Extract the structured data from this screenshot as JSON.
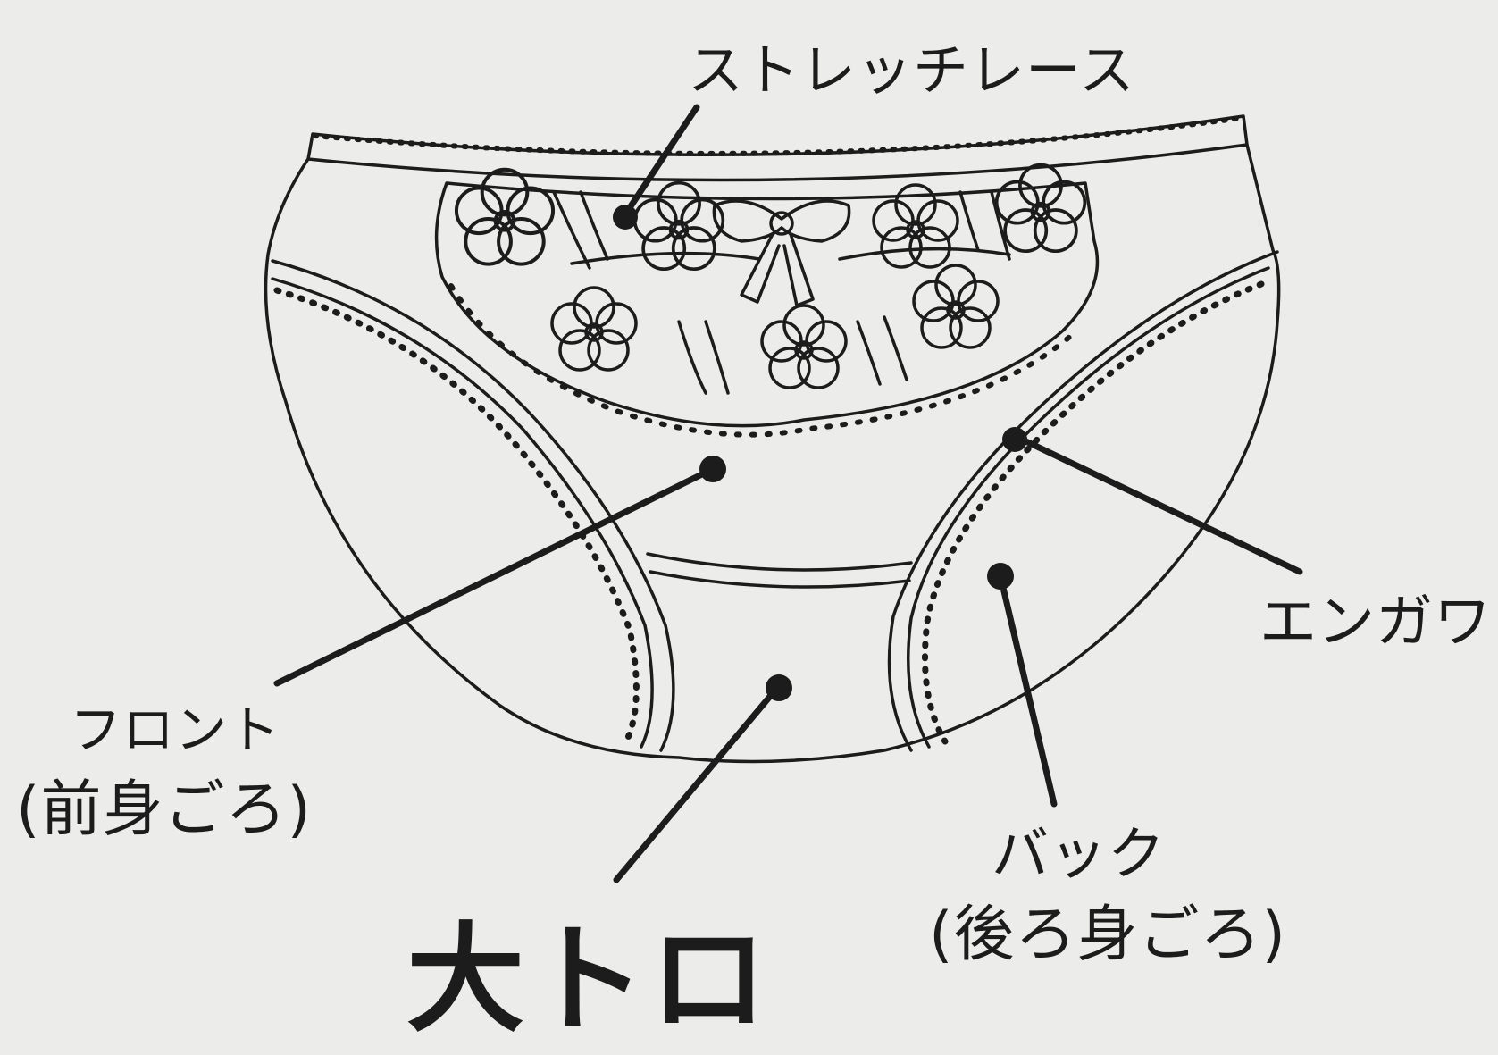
{
  "labels": {
    "stretch_lace": "ストレッチレース",
    "engawa": "エンガワ",
    "front": "フロント",
    "front_sub": "(前身ごろ)",
    "back": "バック",
    "back_sub": "(後ろ身ごろ)",
    "otoro": "大トロ"
  },
  "colors": {
    "ink": "#1c1c1c",
    "paper": "#ececea"
  }
}
